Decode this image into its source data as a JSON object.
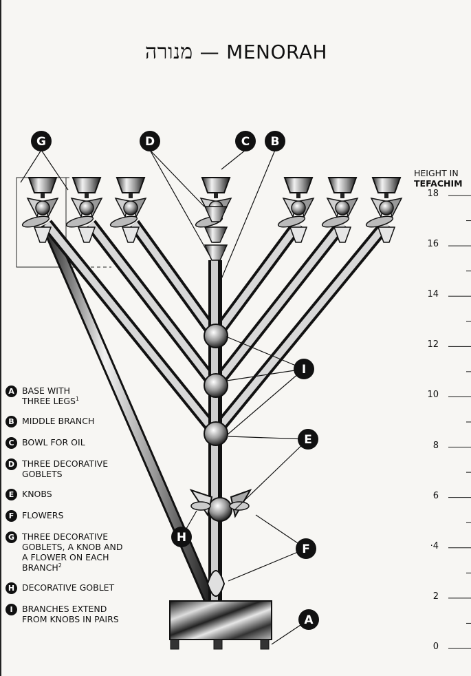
{
  "title": {
    "hebrew": "מנורה",
    "dash": "—",
    "english": "MENORAH"
  },
  "callout_letters": [
    "A",
    "B",
    "C",
    "D",
    "E",
    "F",
    "G",
    "H",
    "I"
  ],
  "legend": [
    {
      "letter": "A",
      "text": "BASE WITH\nTHREE LEGS",
      "note": "1"
    },
    {
      "letter": "B",
      "text": "MIDDLE BRANCH",
      "note": ""
    },
    {
      "letter": "C",
      "text": "BOWL FOR OIL",
      "note": ""
    },
    {
      "letter": "D",
      "text": "THREE DECORATIVE\nGOBLETS",
      "note": ""
    },
    {
      "letter": "E",
      "text": "KNOBS",
      "note": ""
    },
    {
      "letter": "F",
      "text": "FLOWERS",
      "note": ""
    },
    {
      "letter": "G",
      "text": "THREE DECORATIVE\nGOBLETS, A KNOB AND\nA FLOWER ON EACH\nBRANCH",
      "note": "2"
    },
    {
      "letter": "H",
      "text": "DECORATIVE GOBLET",
      "note": ""
    },
    {
      "letter": "I",
      "text": "BRANCHES EXTEND\nFROM KNOBS IN PAIRS",
      "note": ""
    }
  ],
  "scale": {
    "title_line1": "HEIGHT IN",
    "title_line2": "TEFACHIM",
    "labels": [
      "0",
      "2",
      "·4",
      "6",
      "8",
      "10",
      "12",
      "14",
      "16",
      "18"
    ],
    "values": [
      0,
      2,
      4,
      6,
      8,
      10,
      12,
      14,
      16,
      18
    ]
  },
  "colors": {
    "ink": "#111111",
    "metal_light": "#e8e8e8",
    "metal_dark": "#3a3a3a",
    "paper": "#f7f6f3"
  }
}
